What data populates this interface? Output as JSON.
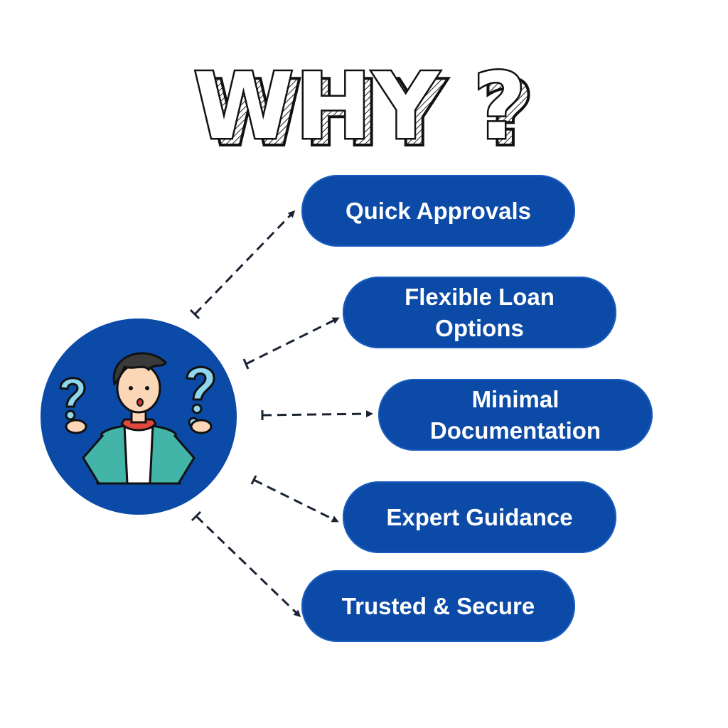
{
  "title": "WHY ?",
  "colors": {
    "pill_fill": "#0b4aa6",
    "pill_text": "#ffffff",
    "connector": "#1a2233",
    "title_stroke": "#111111"
  },
  "hub": {
    "icon": "confused-person-icon"
  },
  "benefits": [
    {
      "label": "Quick Approvals"
    },
    {
      "label": "Flexible Loan Options"
    },
    {
      "label": "Minimal Documentation"
    },
    {
      "label": "Expert Guidance"
    },
    {
      "label": "Trusted & Secure"
    }
  ]
}
